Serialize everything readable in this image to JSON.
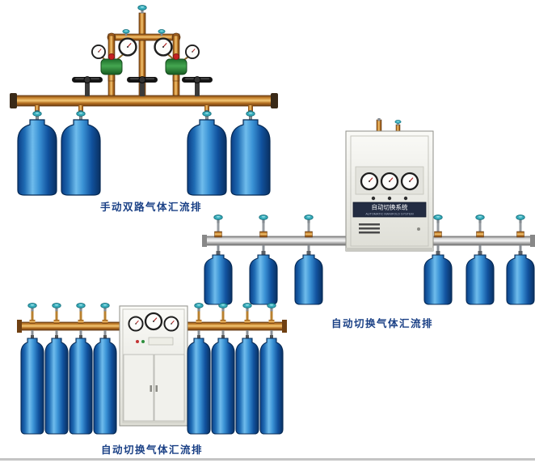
{
  "page": {
    "background": "#ffffff",
    "bottom_divider_color": "#c4c4c4"
  },
  "products": [
    {
      "caption": "手动双路气体汇流排",
      "cylinders": 4
    },
    {
      "caption": "自动切换气体汇流排",
      "cylinders": 6,
      "cabinet_label": "自动切换系统",
      "cabinet_sublabel": "AUTOMATIC MANIFOLD SYSTEM"
    },
    {
      "caption": "自动切换气体汇流排",
      "cylinders": 8
    }
  ],
  "colors": {
    "caption_text": "#1b4186",
    "brass_pipe": "#c8873a",
    "cylinder_blue": "#1565b8",
    "valve_knob_teal": "#3fb6c4",
    "manifold_silver": "#c9c9c9",
    "cabinet_body": "#efefe9"
  }
}
